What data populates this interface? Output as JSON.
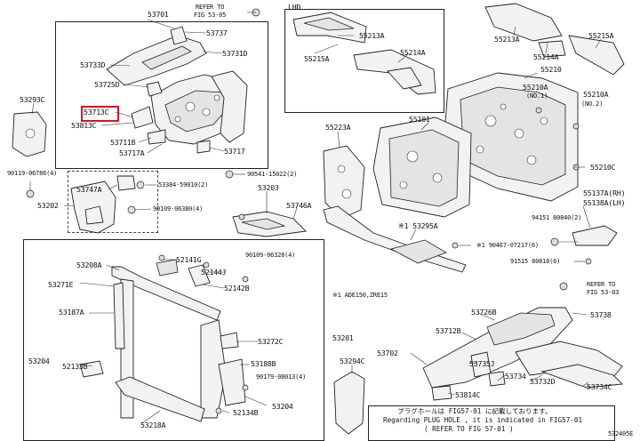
{
  "diagram": {
    "section_tags": [
      "LHD"
    ],
    "refs": [
      "REFER TO",
      "FIG 53-05",
      "REFER TO",
      "FIG 53-03"
    ],
    "labels": [
      "53701",
      "53737",
      "53733D",
      "53731D",
      "53725D",
      "53713C",
      "53813C",
      "53711B",
      "53717A",
      "53717",
      "53293C",
      "90119-06786(4)",
      "53747A",
      "53384-59010(2)",
      "53202",
      "90109-06380(4)",
      "53203",
      "53746A",
      "90541-15022(2)",
      "55213A",
      "55215A",
      "55214A",
      "55213A",
      "55215A",
      "55214A",
      "55210",
      "55210A",
      "(NO.1)",
      "55210A",
      "(NO.2)",
      "55101",
      "55223A",
      "55210C",
      "55137A(RH)",
      "55138A(LH)",
      "94151 80840(2)",
      "91515 80818(6)",
      "※1 90467-07217(6)",
      "※1 53295A",
      "※1 ADE150,ZRE15",
      "53208A",
      "52141G",
      "52144J",
      "90109-06328(4)",
      "53271E",
      "52142B",
      "53187A",
      "53201",
      "53272C",
      "53204",
      "52133B",
      "53188B",
      "90179-08013(4)",
      "53204",
      "52134B",
      "53218A",
      "53294C",
      "53702",
      "53726B",
      "53738",
      "53712B",
      "53735J",
      "53734",
      "53732D",
      "53734C",
      "53814C",
      "532405E"
    ],
    "highlighted_part": "53713C",
    "note_lines": [
      "プラグホールは FIG57-01 に記載しております。",
      "Regarding PLUG HOLE , it is indicated in FIG57-01",
      "(      REFER TO FIG 57-01     )"
    ],
    "colors": {
      "highlight": "#d0142c",
      "line": "#222222"
    }
  }
}
